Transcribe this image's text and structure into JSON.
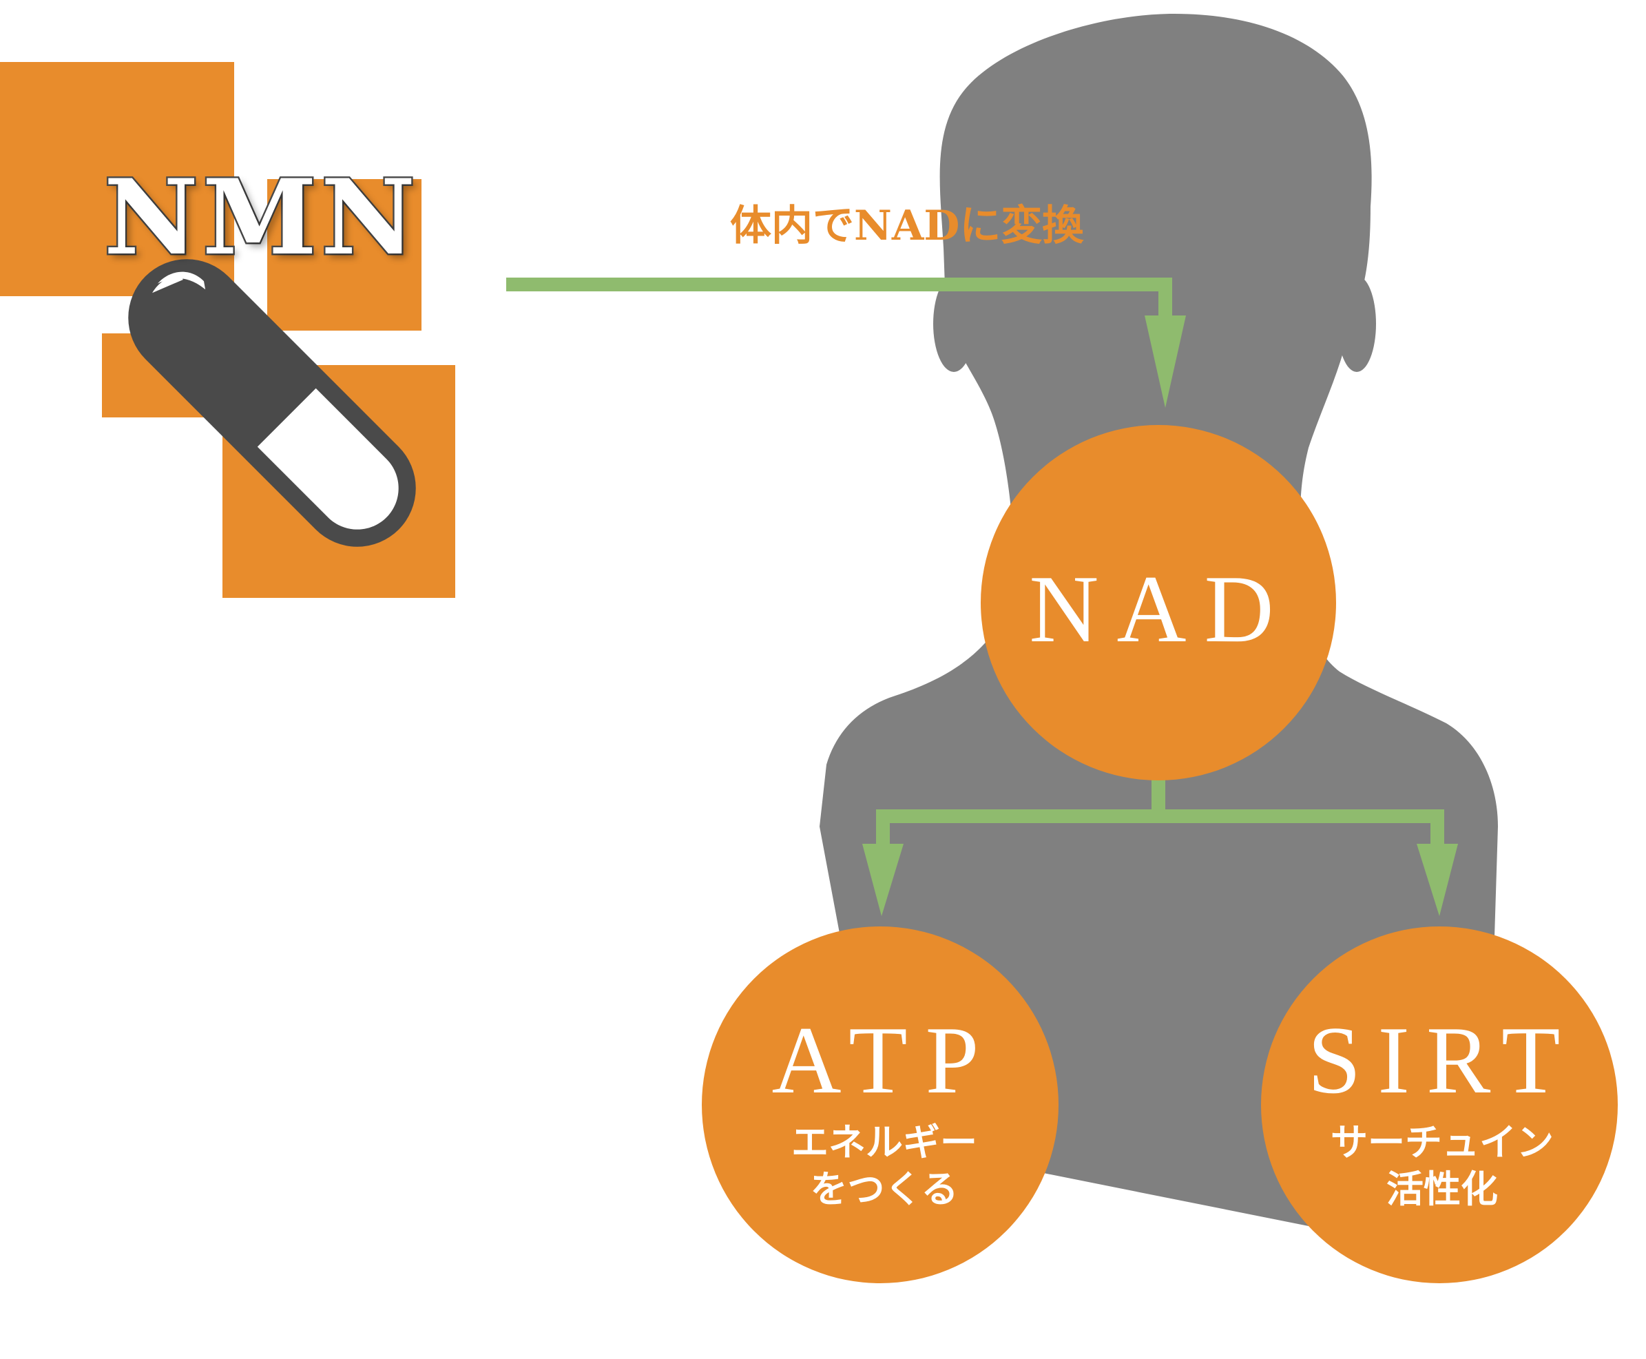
{
  "nmn": {
    "title": "NMN",
    "icon": "capsule-icon"
  },
  "flow": {
    "convert_label": "体内でNADに変換"
  },
  "nodes": {
    "nad": {
      "label": "NAD"
    },
    "atp": {
      "label": "ATP",
      "sub_line1": "エネルギー",
      "sub_line2": "をつくる"
    },
    "sirt": {
      "label": "SIRT",
      "sub_line1": "サーチュイン",
      "sub_line2": "活性化"
    }
  },
  "colors": {
    "orange": "#E88C2C",
    "arrow_green": "#8FBB6E",
    "silhouette_gray": "#808080",
    "capsule_dark": "#4A4A4A",
    "white": "#FFFFFF"
  }
}
